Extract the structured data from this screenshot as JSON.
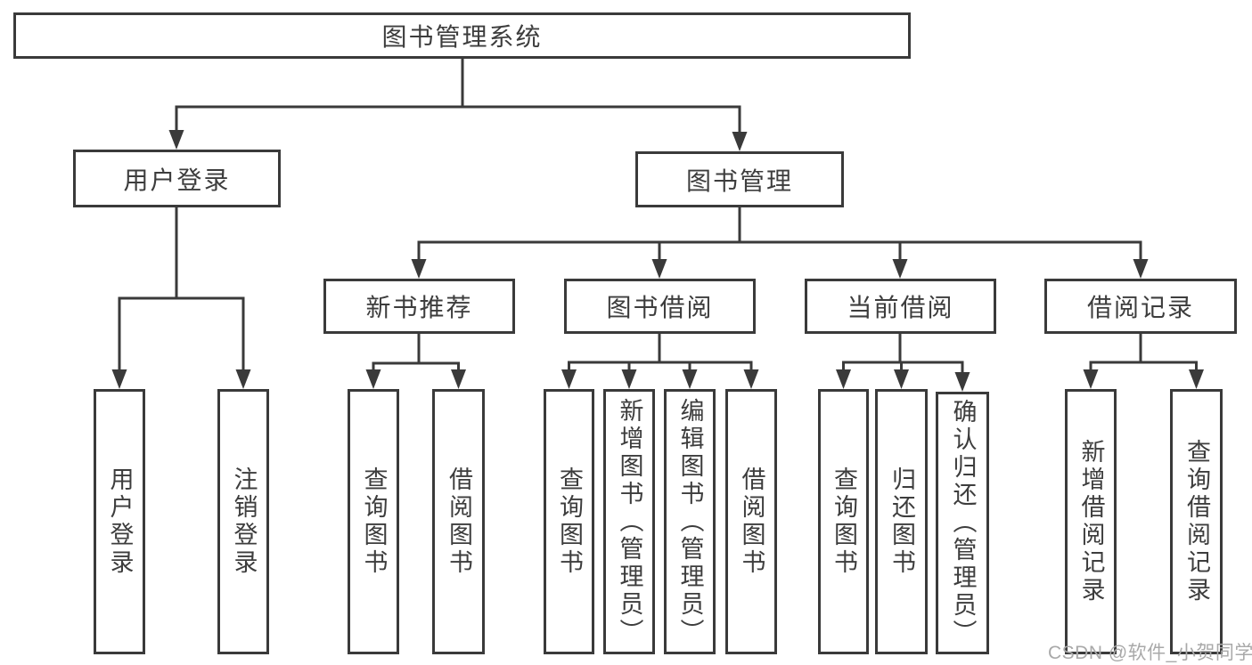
{
  "diagram": {
    "root": {
      "label": "图书管理系统"
    },
    "level1": {
      "user_login": {
        "label": "用户登录"
      },
      "book_mgmt": {
        "label": "图书管理"
      }
    },
    "level2": {
      "new_books": {
        "label": "新书推荐"
      },
      "borrowing": {
        "label": "图书借阅"
      },
      "current": {
        "label": "当前借阅"
      },
      "records": {
        "label": "借阅记录"
      }
    },
    "leaves": {
      "login": "用户登录",
      "logout": "注销登录",
      "nb_query": "查询图书",
      "nb_borrow": "借阅图书",
      "br_query": "查询图书",
      "br_add": "新增图书（管理员）",
      "br_edit": "编辑图书（管理员）",
      "br_borrow": "借阅图书",
      "cur_query": "查询图书",
      "cur_return": "归还图书",
      "cur_confirm": "确认归还（管理员）",
      "rec_add": "新增借阅记录",
      "rec_query": "查询借阅记录"
    }
  },
  "watermark": {
    "text": "CSDN @软件_小贺同学"
  },
  "colors": {
    "line": "#3a3a3a",
    "text": "#3d3d3d",
    "bg": "#ffffff",
    "watermark": "#a9a9a9"
  }
}
